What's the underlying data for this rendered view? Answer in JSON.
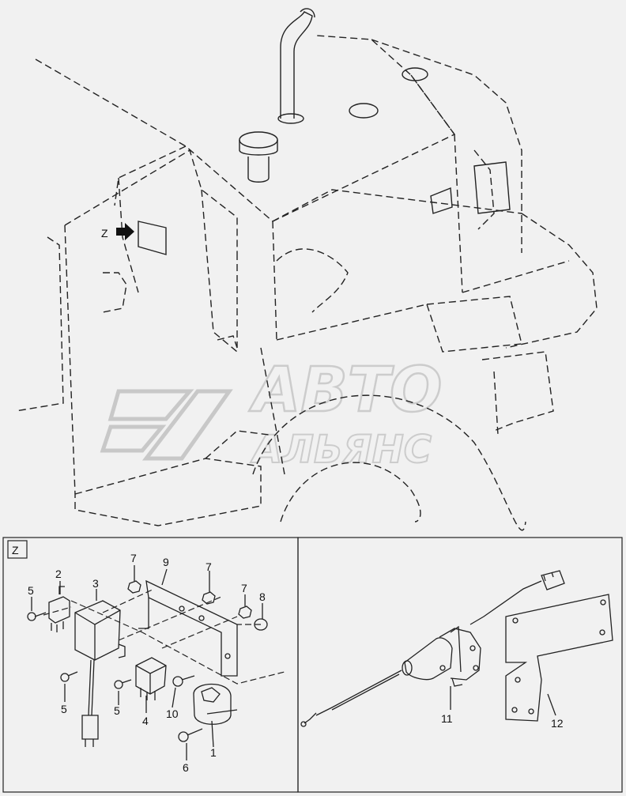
{
  "main_view": {
    "z_marker": "Z"
  },
  "watermark": {
    "line1": "АВТО",
    "line2": "АЛЬЯНС"
  },
  "detail_z": {
    "panel_label": "Z",
    "callouts": [
      "1",
      "2",
      "3",
      "4",
      "5",
      "5",
      "5",
      "6",
      "7",
      "7",
      "7",
      "8",
      "9",
      "10"
    ]
  },
  "detail_right": {
    "callouts": [
      "11",
      "12"
    ]
  },
  "colors": {
    "background": "#f1f1f1",
    "line": "#222222",
    "watermark": "#c9c9c9"
  }
}
